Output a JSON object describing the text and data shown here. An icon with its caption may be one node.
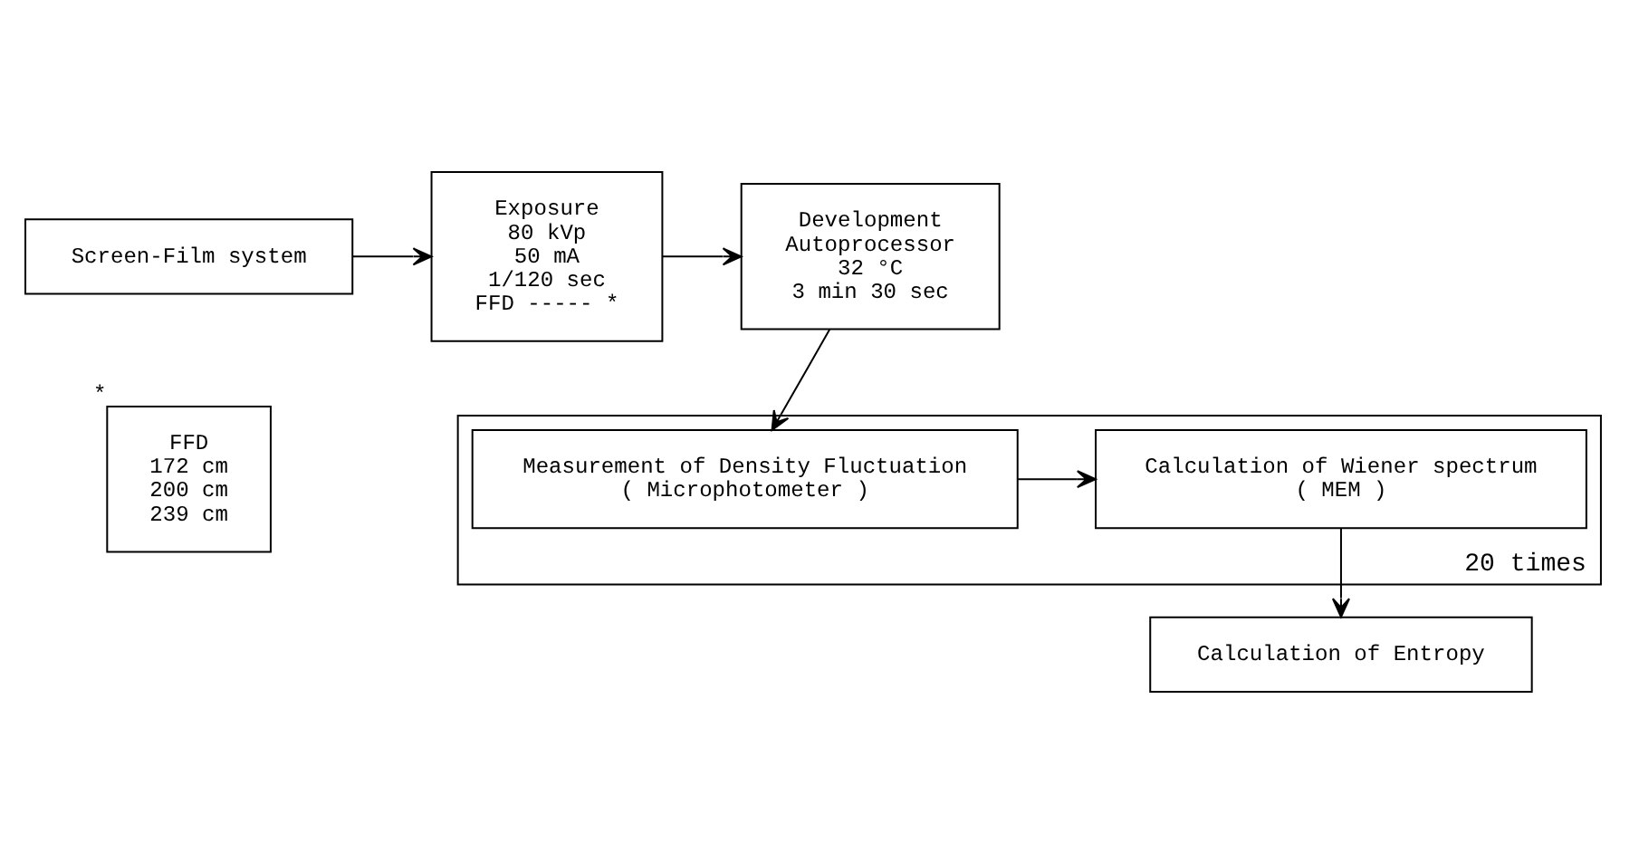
{
  "diagram": {
    "nodes": [
      {
        "text": [
          "Screen-Film system"
        ]
      },
      {
        "text": [
          "Exposure",
          "80 kVp",
          "50 mA",
          "1/120 sec",
          "FFD ----- *"
        ]
      },
      {
        "text": [
          "Development",
          "Autoprocessor",
          "32 °C",
          "3 min 30 sec"
        ]
      },
      {
        "text": [
          "20 times"
        ]
      },
      {
        "text": [
          "Calculation of Wiener spectrum",
          "( MEM )"
        ],
        "in": 3
      },
      {
        "text": [
          "Measurement of Density Fluctuation",
          "( Microphotometer )"
        ],
        "in": 3
      },
      {
        "text": [
          "FFD",
          "172 cm",
          "200 cm",
          "239 cm"
        ],
        "beside": [
          "*"
        ]
      },
      {
        "text": [
          "Calculation of Entropy"
        ]
      }
    ],
    "edges": [
      {
        "from": 0,
        "to": 1,
        "arrow": "to"
      },
      {
        "from": 1,
        "to": 2,
        "arrow": "to"
      },
      {
        "from": 2,
        "to": 5,
        "arrow": "to"
      },
      {
        "from": 5,
        "to": 4,
        "arrow": "to"
      },
      {
        "from": 4,
        "to": 7,
        "arrow": "to"
      }
    ]
  }
}
